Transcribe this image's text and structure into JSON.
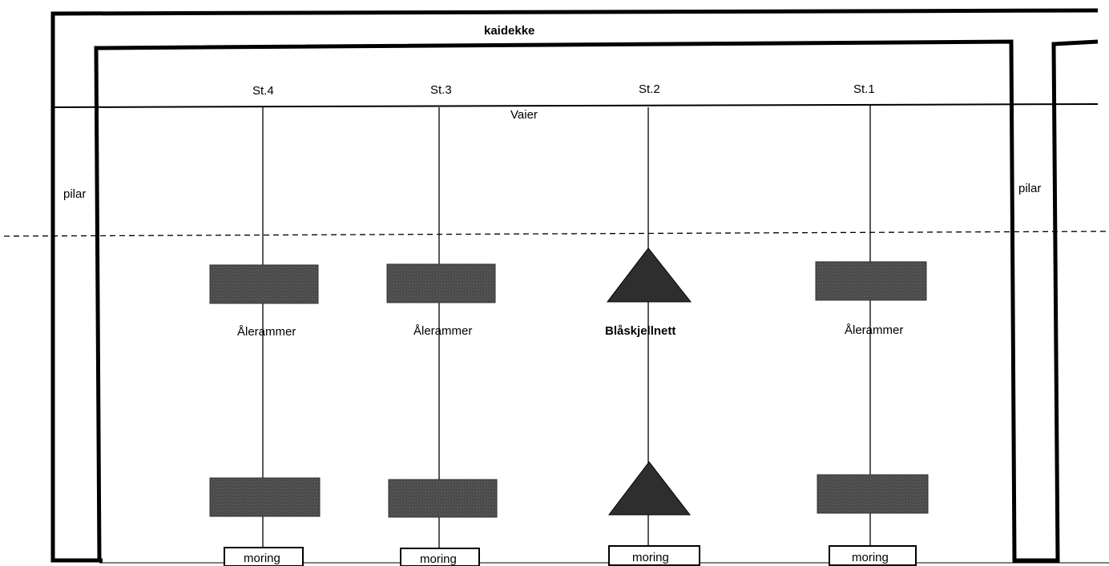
{
  "diagram": {
    "deck_label": "kaidekke",
    "wire_label": "Vaier",
    "pillar_left_label": "pilar",
    "pillar_right_label": "pilar",
    "stations": [
      {
        "id": "St.4",
        "label": "St.4",
        "equipment_label": "Ålerammer",
        "shape": "rectangle",
        "mooring_label": "moring"
      },
      {
        "id": "St.3",
        "label": "St.3",
        "equipment_label": "Ålerammer",
        "shape": "rectangle",
        "mooring_label": "moring"
      },
      {
        "id": "St.2",
        "label": "St.2",
        "equipment_label": "Blåskjellnett",
        "shape": "triangle",
        "mooring_label": "moring"
      },
      {
        "id": "St.1",
        "label": "St.1",
        "equipment_label": "Ålerammer",
        "shape": "rectangle",
        "mooring_label": "moring"
      }
    ],
    "colors": {
      "frame": "#000000",
      "equipment_fill": "#4a4a4a",
      "water_line": "#000000",
      "background": "#ffffff"
    }
  }
}
